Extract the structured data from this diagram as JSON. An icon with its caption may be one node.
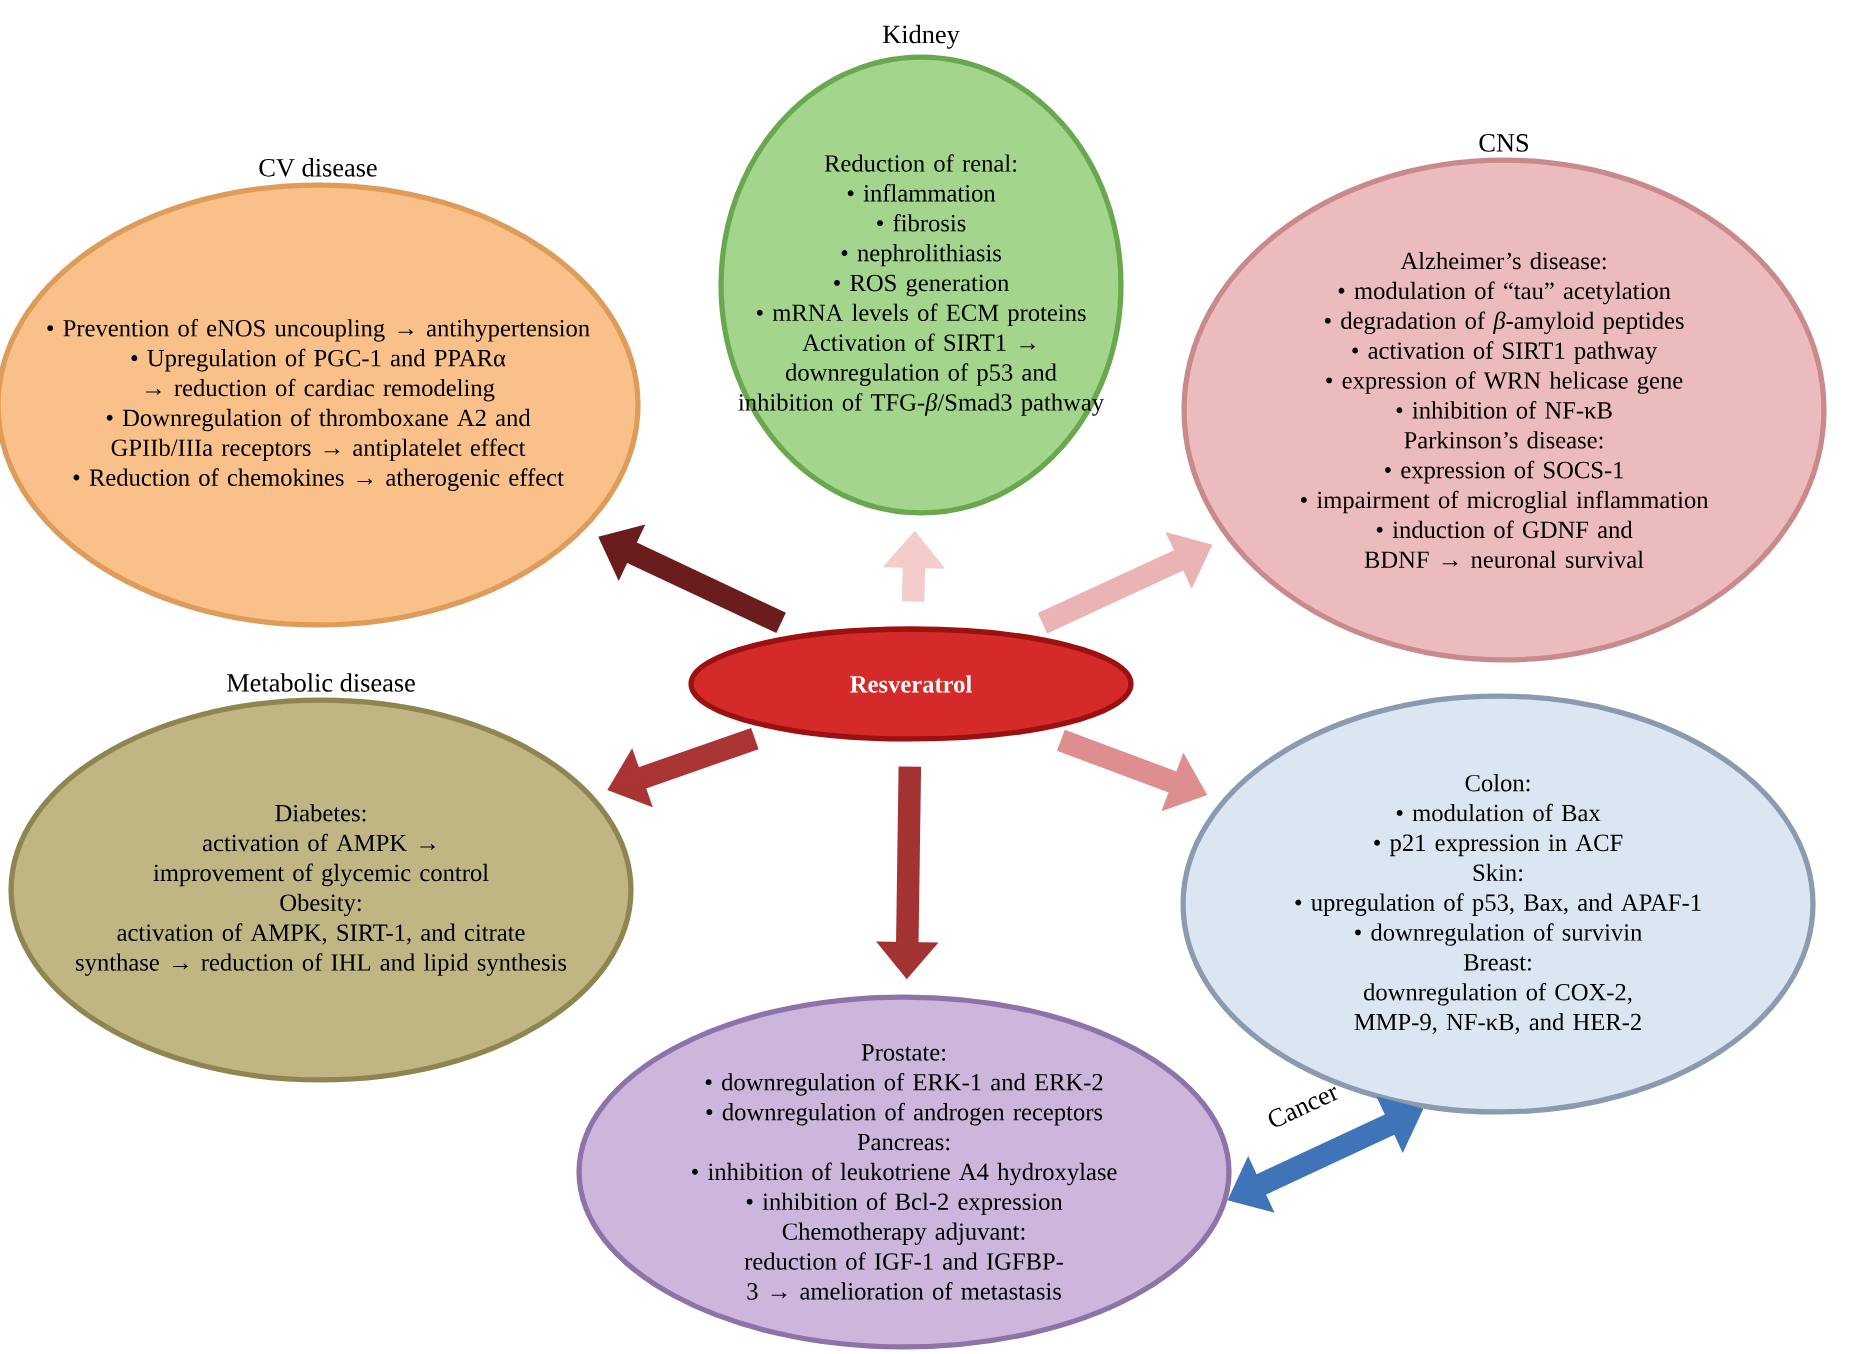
{
  "diagram": {
    "nodes": [
      {
        "text": [
          "Kidney",
          "Reduction of renal:",
          "• inflammation",
          "• fibrosis",
          "• nephrolithiasis",
          "• ROS generation",
          "• mRNA levels of ECM proteins",
          "Activation of SIRT1 → downregulation of p53 and inhibition of TFG-*β*/Smad3 pathway"
        ]
      },
      {
        "text": [
          "CV disease",
          "• Prevention of eNOS uncoupling → antihypertension",
          "• Upregulation of PGC-1 and PPARα → reduction of cardiac remodeling",
          "• Downregulation of thromboxane A2 and GPIIb/IIIa receptors → antiplatelet effect",
          "• Reduction of chemokines → atherogenic effect"
        ]
      },
      {
        "text": [
          "CNS",
          "Alzheimer’s disease:",
          "• modulation of “tau” acetylation",
          "• degradation of *β*-amyloid peptides",
          "• activation of SIRT1 pathway",
          "• expression of WRN helicase gene",
          "• inhibition of NF-κB",
          "Parkinson’s disease:",
          "• expression of SOCS-1",
          "• impairment of microglial inflammation",
          "• induction of GDNF and BDNF → neuronal survival"
        ]
      },
      {
        "text": [
          "Resveratrol"
        ]
      },
      {
        "text": [
          "Metabolic disease",
          "Diabetes:",
          "activation of AMPK → improvement of glycemic control",
          "Obesity:",
          "activation of AMPK, SIRT-1, and citrate synthase → reduction of IHL and lipid synthesis"
        ]
      },
      {
        "text": [
          "Colon:",
          "• modulation of Bax",
          "• p21 expression in ACF",
          "Skin:",
          "• upregulation of p53, Bax, and APAF-1",
          "• downregulation of survivin",
          "Breast:",
          "downregulation of COX-2, MMP-9, NF-κB, and HER-2"
        ]
      },
      {
        "text": [
          "Prostate:",
          "• downregulation of ERK-1 and ERK-2",
          "• downregulation of androgen receptors",
          "Pancreas:",
          "• inhibition of leukotriene A4 hydroxylase",
          "• inhibition of Bcl-2 expression",
          "Chemotherapy adjuvant:",
          "reduction of IGF-1 and IGFBP-3 → amelioration of metastasis"
        ]
      }
    ],
    "edges": [
      {
        "from": 3,
        "to": 0,
        "arrow": "to",
        "color": "#f4cccc"
      },
      {
        "from": 3,
        "to": 1,
        "arrow": "to",
        "color": "#6b1d1d"
      },
      {
        "from": 3,
        "to": 2,
        "arrow": "to",
        "color": "#eab4b4"
      },
      {
        "from": 3,
        "to": 4,
        "arrow": "to",
        "color": "#a83434"
      },
      {
        "from": 3,
        "to": 5,
        "arrow": "to",
        "color": "#de8e8e"
      },
      {
        "from": 3,
        "to": 6,
        "arrow": "to",
        "color": "#a33232"
      },
      {
        "from": 6,
        "to": 5,
        "arrow": "both",
        "label": "Cancer",
        "color": "#3f75b8"
      }
    ]
  }
}
